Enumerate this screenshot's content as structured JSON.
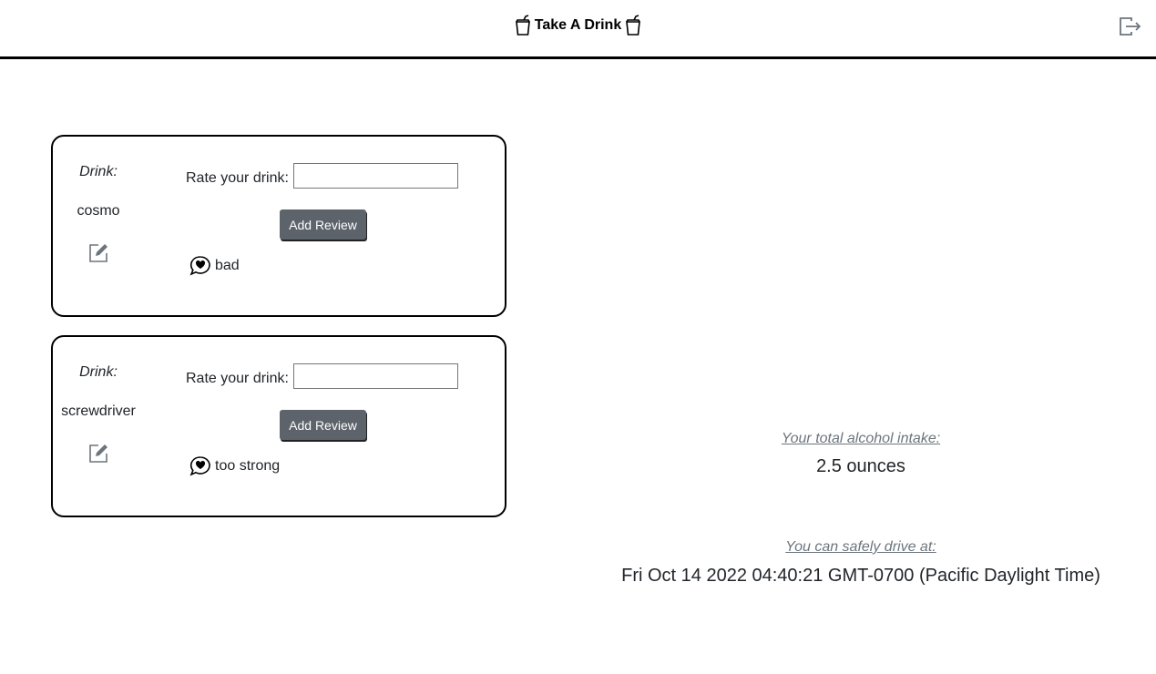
{
  "header": {
    "title": "Take A Drink",
    "left_icon": "cup-straw-icon",
    "right_icon": "cup-straw-icon",
    "logout_icon": "box-arrow-right-icon"
  },
  "drinks": [
    {
      "label": "Drink:",
      "name": "cosmo",
      "rate_label": "Rate your drink:",
      "rate_value": "",
      "button": "Add Review",
      "reviews": [
        "bad"
      ]
    },
    {
      "label": "Drink:",
      "name": "screwdriver",
      "rate_label": "Rate your drink:",
      "rate_value": "",
      "button": "Add Review",
      "reviews": [
        "too strong"
      ]
    }
  ],
  "summary": {
    "intake_label": "Your total alcohol intake:",
    "intake_value": "2.5 ounces",
    "drive_label": "You can safely drive at:",
    "drive_value": "Fri Oct 14 2022 04:40:21 GMT-0700 (Pacific Daylight Time)"
  }
}
